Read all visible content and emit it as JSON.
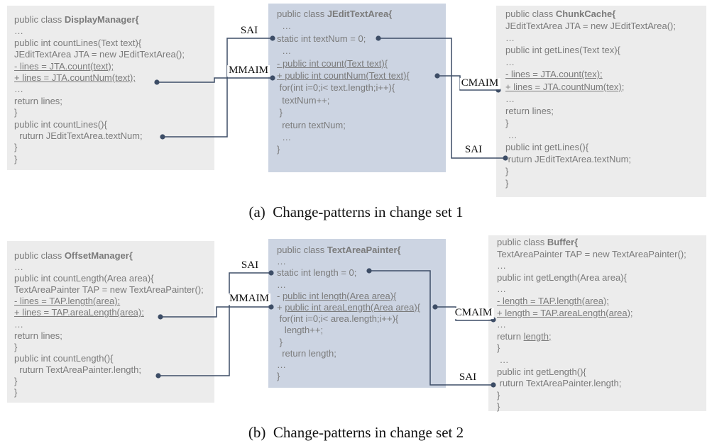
{
  "captions": {
    "a": "(a)  Change-patterns in change set 1",
    "b": "(b)  Change-patterns in change set 2"
  },
  "labels": {
    "sai": "SAI",
    "mmaim": "MMAIM",
    "cmaim": "CMAIM"
  },
  "colors": {
    "side_box_background": "#ececec",
    "middle_box_background": "#ccd4e2",
    "code_text": "#7b7b7b",
    "connector": "#3d4d66",
    "label_text": "#0d0d0d"
  },
  "panels": {
    "a": {
      "left": {
        "class_name": "DisplayManager",
        "lines": [
          [
            {
              "t": "public class "
            },
            {
              "t": "DisplayManager{",
              "b": true
            }
          ],
          [
            {
              "t": "…"
            }
          ],
          [
            {
              "t": "public int countLines(Text text){"
            }
          ],
          [
            {
              "t": "JEditTextArea JTA = new JEditTextArea();"
            }
          ],
          [
            {
              "t": "- lines = JTA.count(text);",
              "u": true
            }
          ],
          [
            {
              "t": "+ lines = JTA.countNum(text);",
              "u": true
            }
          ],
          [
            {
              "t": "…"
            }
          ],
          [
            {
              "t": "return lines;"
            }
          ],
          [
            {
              "t": "}"
            }
          ],
          [
            {
              "t": "public int countLines(){"
            }
          ],
          [
            {
              "t": "  ruturn JEditTextArea.textNum;"
            }
          ],
          [
            {
              "t": "}"
            }
          ],
          [
            {
              "t": "}"
            }
          ]
        ]
      },
      "middle": {
        "class_name": "JEditTextArea",
        "lines": [
          [
            {
              "t": "public class "
            },
            {
              "t": "JEditTextArea{",
              "b": true
            }
          ],
          [
            {
              "t": "  …"
            }
          ],
          [
            {
              "t": "static int textNum = 0;"
            }
          ],
          [
            {
              "t": "  …"
            }
          ],
          [
            {
              "t": "- public int count(Text text){",
              "u": true
            }
          ],
          [
            {
              "t": "+ public int countNum(Text text){",
              "u": true
            }
          ],
          [
            {
              "t": " for(int i=0;i< text.length;i++){"
            }
          ],
          [
            {
              "t": "  textNum++;"
            }
          ],
          [
            {
              "t": " }"
            }
          ],
          [
            {
              "t": "  return textNum;"
            }
          ],
          [
            {
              "t": "  …"
            }
          ],
          [
            {
              "t": "}"
            }
          ]
        ]
      },
      "right": {
        "class_name": "ChunkCache",
        "lines": [
          [
            {
              "t": "public class "
            },
            {
              "t": "ChunkCache{",
              "b": true
            }
          ],
          [
            {
              "t": "JEditTextArea JTA = new JEditTextArea();"
            }
          ],
          [
            {
              "t": "…"
            }
          ],
          [
            {
              "t": "public int getLines(Text tex){"
            }
          ],
          [
            {
              "t": "…"
            }
          ],
          [
            {
              "t": "- lines = JTA.count(tex);",
              "u": true
            }
          ],
          [
            {
              "t": "+ lines = JTA.countNum(tex);",
              "u": true
            }
          ],
          [
            {
              "t": "…"
            }
          ],
          [
            {
              "t": "return lines;"
            }
          ],
          [
            {
              "t": "}"
            }
          ],
          [
            {
              "t": " …"
            }
          ],
          [
            {
              "t": "public int getLines(){"
            }
          ],
          [
            {
              "t": " ruturn JEditTextArea.textNum;"
            }
          ],
          [
            {
              "t": "}"
            }
          ],
          [
            {
              "t": "}"
            }
          ]
        ]
      }
    },
    "b": {
      "left": {
        "class_name": "OffsetManager",
        "lines": [
          [
            {
              "t": "public class "
            },
            {
              "t": "OffsetManager{",
              "b": true
            }
          ],
          [
            {
              "t": "…"
            }
          ],
          [
            {
              "t": "public int countLength(Area area){"
            }
          ],
          [
            {
              "t": "TextAreaPainter TAP = new TextAreaPainter();"
            }
          ],
          [
            {
              "t": "- lines = TAP.length(area);",
              "u": true
            }
          ],
          [
            {
              "t": "+ lines = TAP.areaLength(area);",
              "u": true
            }
          ],
          [
            {
              "t": "…"
            }
          ],
          [
            {
              "t": "return lines;"
            }
          ],
          [
            {
              "t": "}"
            }
          ],
          [
            {
              "t": "public int countLength(){"
            }
          ],
          [
            {
              "t": "  ruturn TextAreaPainter.length;"
            }
          ],
          [
            {
              "t": "}"
            }
          ],
          [
            {
              "t": "}"
            }
          ]
        ]
      },
      "middle": {
        "class_name": "TextAreaPainter",
        "lines": [
          [
            {
              "t": "public class "
            },
            {
              "t": "TextAreaPainter{",
              "b": true
            }
          ],
          [
            {
              "t": "…"
            }
          ],
          [
            {
              "t": "static int length = 0;"
            }
          ],
          [
            {
              "t": "…"
            }
          ],
          [
            {
              "t": "- "
            },
            {
              "t": "public int length(Area area){",
              "u": true
            }
          ],
          [
            {
              "t": "+ "
            },
            {
              "t": "public int areaLength(Area area){",
              "u": true
            }
          ],
          [
            {
              "t": " for(int i=0;i< area.length;i++){"
            }
          ],
          [
            {
              "t": "   length++;"
            }
          ],
          [
            {
              "t": " }"
            }
          ],
          [
            {
              "t": "  return length;"
            }
          ],
          [
            {
              "t": "…"
            }
          ],
          [
            {
              "t": "}"
            }
          ]
        ]
      },
      "right": {
        "class_name": "Buffer",
        "lines": [
          [
            {
              "t": "public class "
            },
            {
              "t": "Buffer{",
              "b": true
            }
          ],
          [
            {
              "t": "TextAreaPainter TAP = new TextAreaPainter();"
            }
          ],
          [
            {
              "t": "…"
            }
          ],
          [
            {
              "t": "public int getLength(Area area){"
            }
          ],
          [
            {
              "t": "…"
            }
          ],
          [
            {
              "t": "- length = TAP.length(area);",
              "u": true
            }
          ],
          [
            {
              "t": "+ length = TAP.areaLength(area);",
              "u": true
            }
          ],
          [
            {
              "t": "…"
            }
          ],
          [
            {
              "t": "return "
            },
            {
              "t": "length;",
              "u": true
            }
          ],
          [
            {
              "t": "}"
            }
          ],
          [
            {
              "t": " …"
            }
          ],
          [
            {
              "t": "public int getLength(){"
            }
          ],
          [
            {
              "t": " ruturn TextAreaPainter.length;"
            }
          ],
          [
            {
              "t": "}"
            }
          ],
          [
            {
              "t": "}"
            }
          ]
        ]
      }
    }
  }
}
